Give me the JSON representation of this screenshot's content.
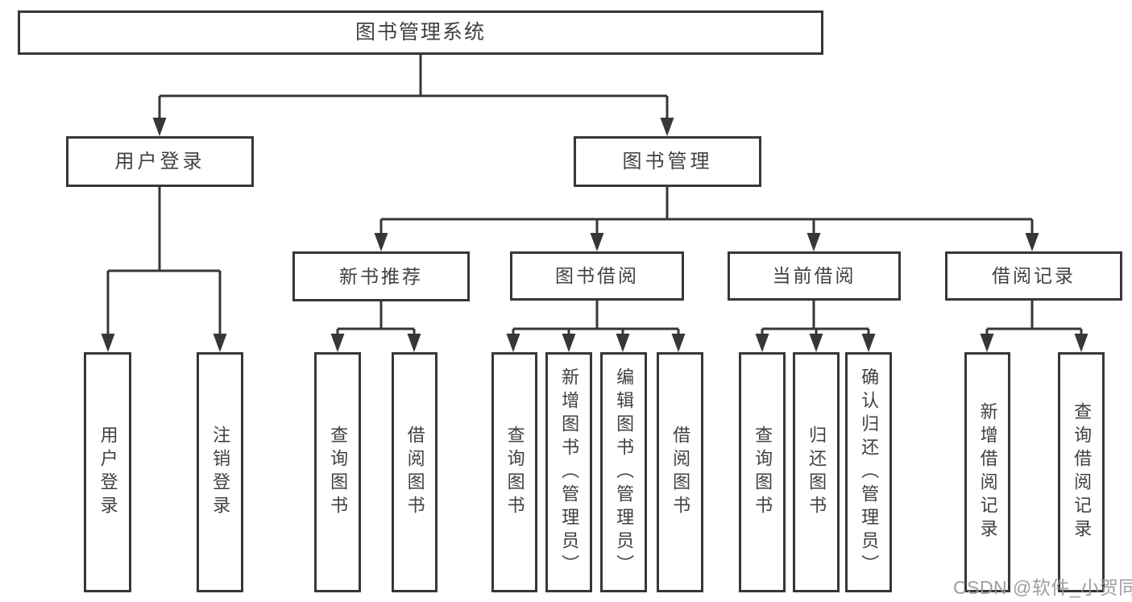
{
  "colors": {
    "line": "#373737",
    "text": "#3f4145",
    "watermark": "#969696"
  },
  "watermark": "CSDN @软件_小贺同学",
  "diagram": {
    "type": "tree",
    "root": {
      "label": "图书管理系统",
      "children": [
        {
          "label": "用户登录",
          "children": [
            {
              "label": "用户登录"
            },
            {
              "label": "注销登录"
            }
          ]
        },
        {
          "label": "图书管理",
          "children": [
            {
              "label": "新书推荐",
              "children": [
                {
                  "label": "查询图书"
                },
                {
                  "label": "借阅图书"
                }
              ]
            },
            {
              "label": "图书借阅",
              "children": [
                {
                  "label": "查询图书"
                },
                {
                  "label": "新增图书（管理员）"
                },
                {
                  "label": "编辑图书（管理员）"
                },
                {
                  "label": "借阅图书"
                }
              ]
            },
            {
              "label": "当前借阅",
              "children": [
                {
                  "label": "查询图书"
                },
                {
                  "label": "归还图书"
                },
                {
                  "label": "确认归还（管理员）"
                }
              ]
            },
            {
              "label": "借阅记录",
              "children": [
                {
                  "label": "新增借阅记录"
                },
                {
                  "label": "查询借阅记录"
                }
              ]
            }
          ]
        }
      ]
    }
  }
}
